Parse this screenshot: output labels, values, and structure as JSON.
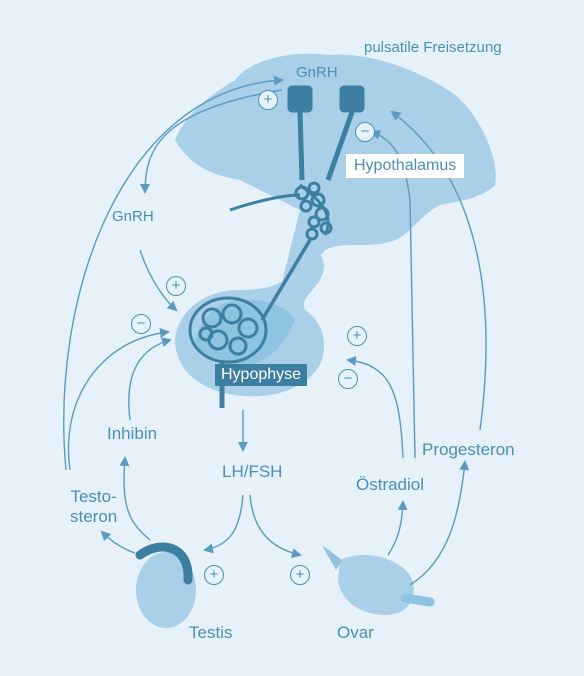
{
  "labels": {
    "pulsatile": "pulsatile Freisetzung",
    "gnrh_top": "GnRH",
    "hypothalamus": "Hypothalamus",
    "gnrh_left": "GnRH",
    "hypophyse": "Hypophyse",
    "inhibin": "Inhibin",
    "testosteron": "Testo-\nsteron",
    "lh_fsh": "LH/FSH",
    "oestradiol": "Östradiol",
    "progesteron": "Progesteron",
    "testis": "Testis",
    "ovar": "Ovar"
  },
  "signs": {
    "plus": "+",
    "minus": "−"
  },
  "colors": {
    "background": "#e6f1f9",
    "arrow": "#5b9bbf",
    "brain": "#a9d0e8",
    "organ": "#8ec3e1",
    "text": "#4a8fb5"
  }
}
